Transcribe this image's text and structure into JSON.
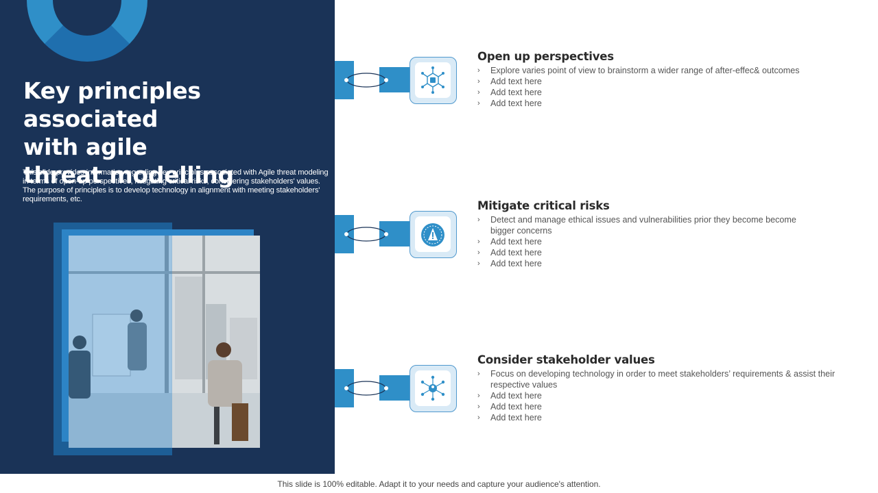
{
  "slide": {
    "title_lines": [
      "Key principles associated",
      "with agile",
      "threat modelling"
    ],
    "description": "This slide provides information regarding key principles associated with Agile threat modeling in terms of open-up perspectives, mitigating critical risks, considering stakeholders' values. The purpose of principles is to develop technology in alignment with meeting stakeholders' requirements, etc."
  },
  "principles": [
    {
      "title": "Open up perspectives",
      "icon": "network-hub-icon",
      "bullets": [
        "Explore varies  point of view  to brainstorm  a wider range of after-effec&  outcomes",
        "Add text here",
        "Add text here",
        "Add text here"
      ]
    },
    {
      "title": "Mitigate critical risks",
      "icon": "risk-gauge-icon",
      "bullets": [
        "Detect and manage ethical issues and vulnerabilities  prior they become become bigger concerns",
        "Add text here",
        "Add text here",
        "Add text here"
      ]
    },
    {
      "title": "Consider stakeholder values",
      "icon": "stakeholder-network-icon",
      "bullets": [
        "Focus on developing  technology in order to meet stakeholders’ requirements  & assist their respective values",
        "Add text here",
        "Add text here",
        "Add text here"
      ]
    }
  ],
  "bullet_glyph": "›",
  "footer": "This slide is 100% editable. Adapt it to your needs and capture your audience's attention.",
  "colors": {
    "navy": "#1a3357",
    "accent_blue": "#2f8fc8",
    "light_blue_fill": "#d9eaf6"
  }
}
